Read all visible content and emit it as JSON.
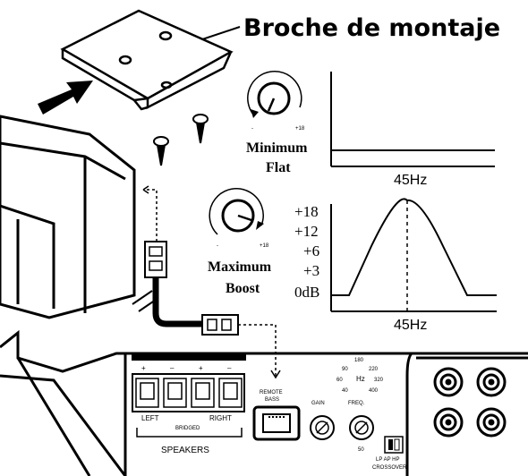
{
  "title": "Broche de montaje",
  "knob_min": {
    "line1": "Minimum",
    "line2": "Flat"
  },
  "knob_max": {
    "line1": "Maximum",
    "line2": "Boost"
  },
  "graph_flat": {
    "freq_label": "45Hz"
  },
  "graph_boost": {
    "freq_label": "45Hz",
    "db_labels": [
      "+18",
      "+12",
      "+6",
      "+3",
      "0dB"
    ]
  },
  "amp": {
    "remote_bass": [
      "REMOTE",
      "BASS"
    ],
    "gain_label": "GAIN",
    "freq_label": "FREQ.",
    "hz_label": "Hz",
    "freq_scale": [
      "180",
      "90",
      "220",
      "60",
      "320",
      "40",
      "400",
      "50"
    ],
    "speaker_terminals": [
      "+",
      "–",
      "+",
      "–"
    ],
    "left_label": "LEFT",
    "right_label": "RIGHT",
    "bridged_label": "BRIDGED",
    "speakers_label": "SPEAKERS",
    "switch_positions": "LP AP HP",
    "crossover_label": "CROSSOVER"
  },
  "colors": {
    "ink": "#000000",
    "background": "#ffffff"
  }
}
